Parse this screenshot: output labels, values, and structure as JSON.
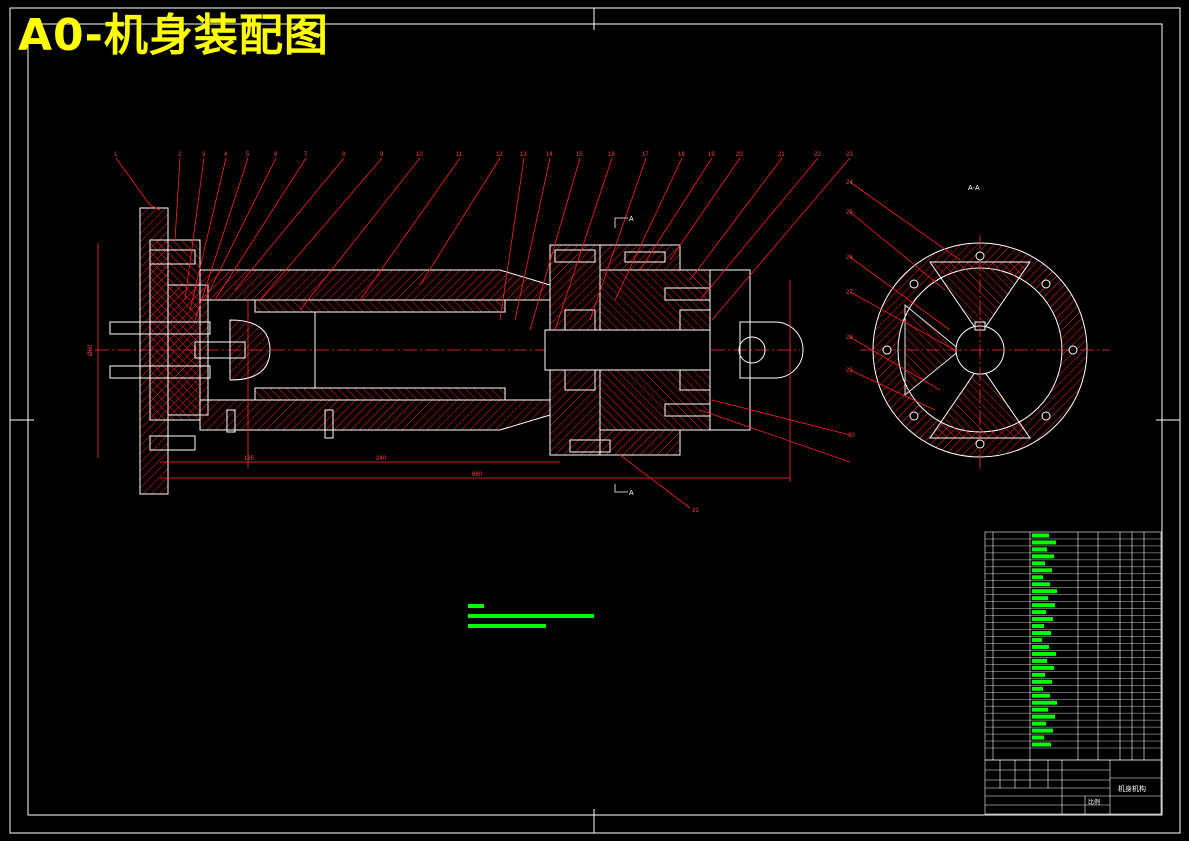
{
  "drawing": {
    "title": "A0-机身装配图",
    "section_label": "A-A",
    "cut_label_top": "A",
    "cut_label_bottom": "A",
    "part_numbers_top": [
      "1",
      "2",
      "3",
      "4",
      "5",
      "6",
      "7",
      "8",
      "9",
      "10",
      "11",
      "12",
      "13",
      "14",
      "15",
      "16",
      "17",
      "18",
      "19",
      "20",
      "21",
      "22",
      "23"
    ],
    "part_numbers_right": [
      "24",
      "25",
      "26",
      "27",
      "28",
      "29",
      "30",
      "31"
    ],
    "dimensions": [
      "185",
      "240",
      "680",
      "Ø60"
    ],
    "title_block_name": "机身机构",
    "scale_label": "比例"
  },
  "colors": {
    "background": "#000000",
    "frame": "#ffffff",
    "part_outline": "#ffffff",
    "leader": "#ff0000",
    "title": "#ffff00",
    "notes": "#00ff00"
  }
}
